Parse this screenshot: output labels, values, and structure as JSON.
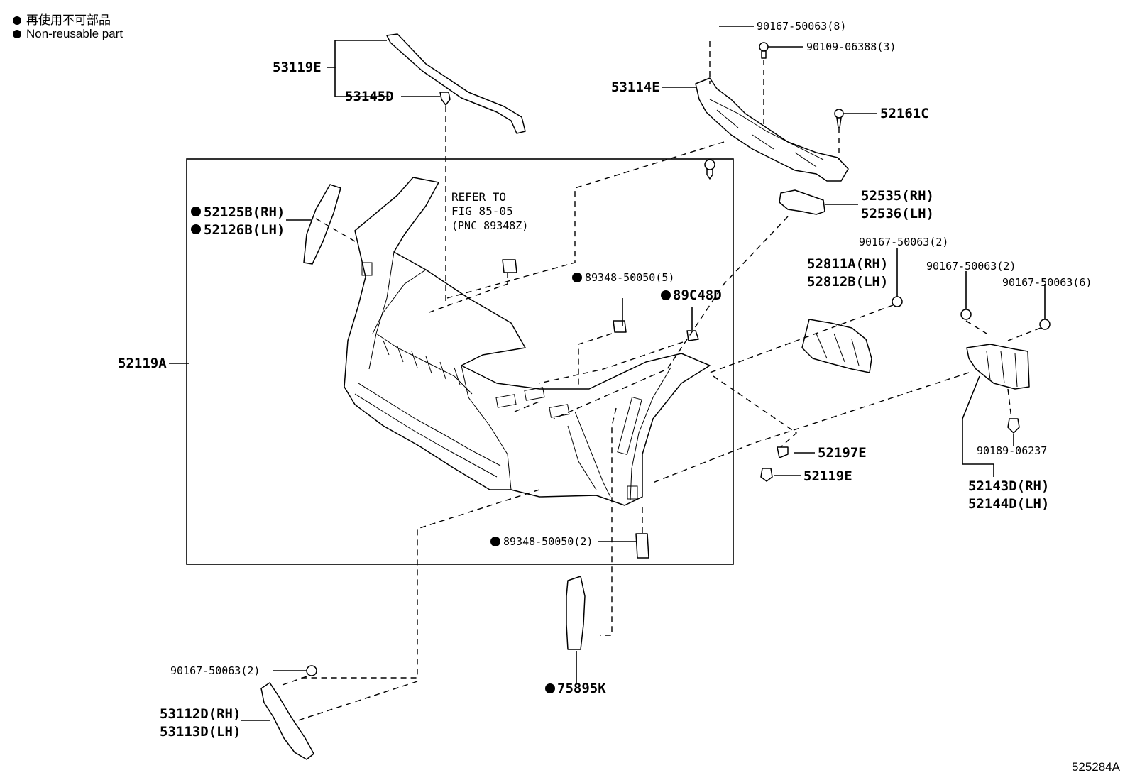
{
  "legend": {
    "japanese": "再使用不可部品",
    "english": "Non-reusable part"
  },
  "figure_id": "525284A",
  "refer_note": {
    "line1": "REFER TO",
    "line2": "FIG 85-05",
    "line3": "(PNC 89348Z)"
  },
  "labels": {
    "p53119E": "53119E",
    "p53145D": "53145D",
    "p90167_8": "90167-50063(8)",
    "p90109_3": "90109-06388(3)",
    "p53114E": "53114E",
    "p52161C": "52161C",
    "p52125B": "52125B(RH)",
    "p52126B": "52126B(LH)",
    "p52535": "52535(RH)",
    "p52536": "52536(LH)",
    "p90167_2a": "90167-50063(2)",
    "p52811A": "52811A(RH)",
    "p52812B": "52812B(LH)",
    "p89348_5": "89348-50050(5)",
    "p89C48D": "89C48D",
    "p90167_2b": "90167-50063(2)",
    "p90167_6": "90167-50063(6)",
    "p52119A": "52119A",
    "p52197E": "52197E",
    "p52119E": "52119E",
    "p90189": "90189-06237",
    "p52143D": "52143D(RH)",
    "p52144D": "52144D(LH)",
    "p89348_2": "89348-50050(2)",
    "p90167_2c": "90167-50063(2)",
    "p53112D": "53112D(RH)",
    "p53113D": "53113D(LH)",
    "p75895K": "75895K"
  }
}
